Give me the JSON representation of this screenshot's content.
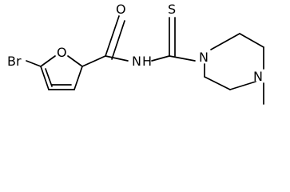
{
  "molecule": {
    "atoms": {
      "bromine": "Br",
      "furan_oxygen": "O",
      "carbonyl_oxygen": "O",
      "amide_nitrogen_n": "N",
      "amide_nitrogen_h": "H",
      "thione_sulfur": "S",
      "piperazine_nitrogen_1": "N",
      "piperazine_nitrogen_4": "N"
    },
    "colors": {
      "bond": "#000000",
      "label": "#000000",
      "background": "#ffffff"
    }
  }
}
